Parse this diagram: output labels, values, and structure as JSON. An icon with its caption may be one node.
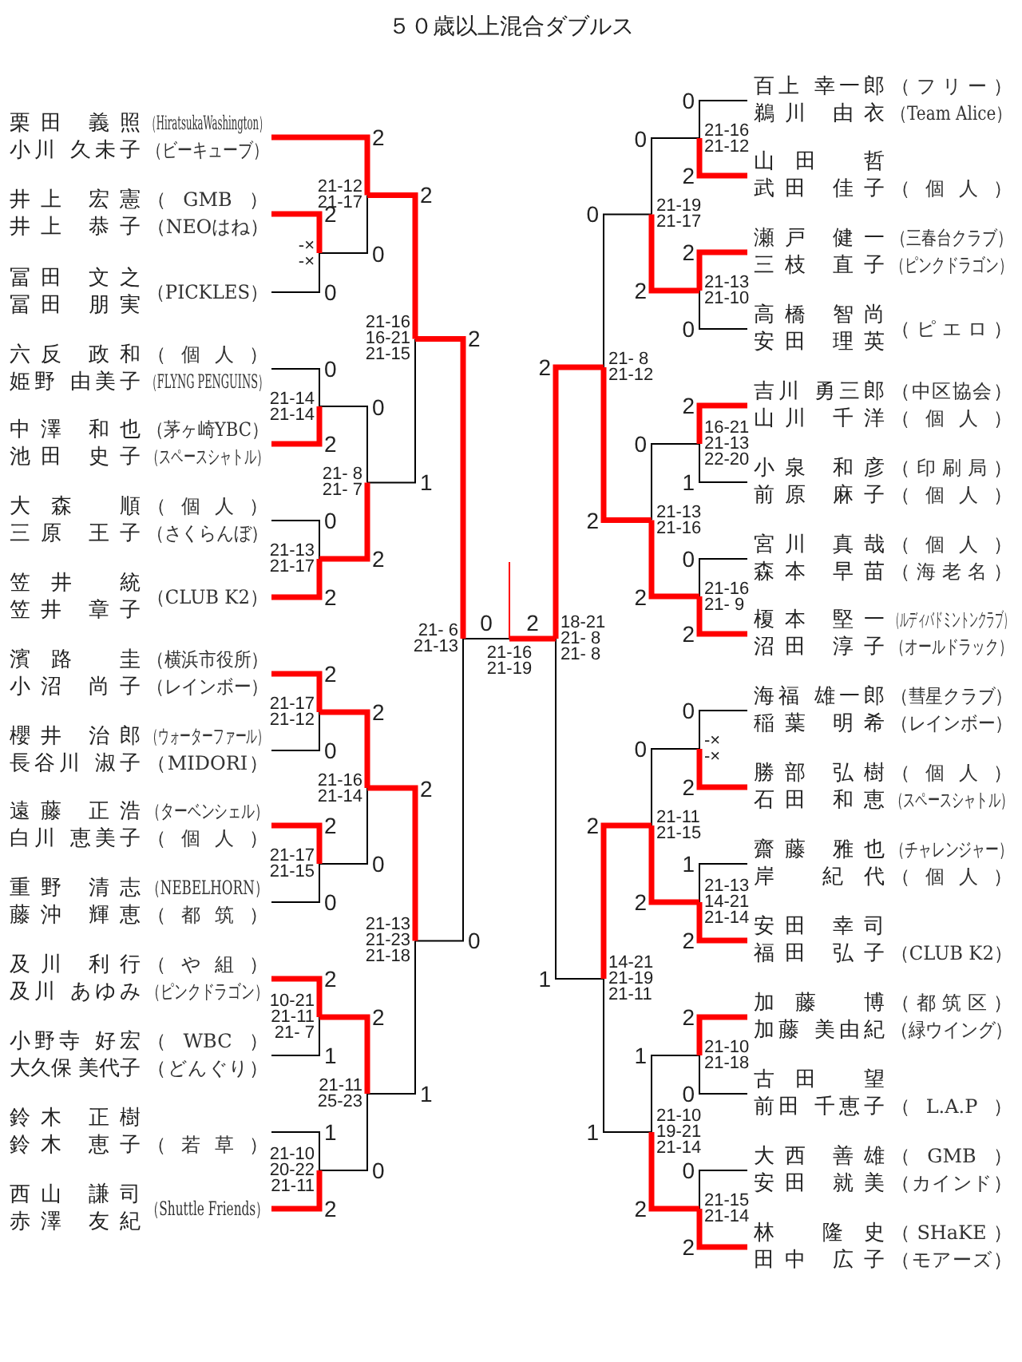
{
  "diagram": {
    "title": "５０歳以上混合ダブルス",
    "nodes": [
      {
        "text": [
          "栗田 義照",
          "小川 久未子"
        ],
        "beside": [
          "（HiratsukaWashington）",
          "（ビーキューブ）"
        ]
      },
      {
        "text": [
          "井上 宏憲",
          "井上 恭子"
        ],
        "beside": [
          "（GMB）",
          "（NEOはね）"
        ]
      },
      {
        "text": [
          "冨田 文之",
          "冨田 朋実"
        ],
        "beside": [
          "（PICKLES）"
        ]
      },
      {
        "text": [
          "六反 政和",
          "姫野 由美子"
        ],
        "beside": [
          "（個人）",
          "（FLYNG PENGUINS）"
        ]
      },
      {
        "text": [
          "中澤 和也",
          "池田 史子"
        ],
        "beside": [
          "（茅ヶ崎YBC）",
          "（スペースシャトル）"
        ]
      },
      {
        "text": [
          "大森 順",
          "三原 王子"
        ],
        "beside": [
          "（個人）",
          "（さくらんぼ）"
        ]
      },
      {
        "text": [
          "笠井 統",
          "笠井 章子"
        ],
        "beside": [
          "（CLUB K2）"
        ]
      },
      {
        "text": [
          "濱路 圭",
          "小沼 尚子"
        ],
        "beside": [
          "（横浜市役所）",
          "（レインボー）"
        ]
      },
      {
        "text": [
          "櫻井 治郎",
          "長谷川 淑子"
        ],
        "beside": [
          "（ウォーターファール）",
          "（MIDORI）"
        ]
      },
      {
        "text": [
          "遠藤 正浩",
          "白川 恵美子"
        ],
        "beside": [
          "（ターベンシェル）",
          "（個人）"
        ]
      },
      {
        "text": [
          "重野 清志",
          "藤沖 輝恵"
        ],
        "beside": [
          "（NEBELHORN）",
          "（都筑）"
        ]
      },
      {
        "text": [
          "及川 利行",
          "及川 あゆみ"
        ],
        "beside": [
          "（や組）",
          "（ピンクドラゴン）"
        ]
      },
      {
        "text": [
          "小野寺 好宏",
          "大久保 美代子"
        ],
        "beside": [
          "（WBC）",
          "（どんぐり）"
        ]
      },
      {
        "text": [
          "鈴木 正樹",
          "鈴木 恵子"
        ],
        "beside": [
          "（若草）"
        ]
      },
      {
        "text": [
          "西山 謙司",
          "赤澤 友紀"
        ],
        "beside": [
          "（Shuttle Friends）"
        ]
      },
      {
        "text": [
          "百上 幸一郎",
          "鵜川 由衣"
        ],
        "beside": [
          "（フリー）",
          "（Team Alice）"
        ]
      },
      {
        "text": [
          "山田 哲",
          "武田 佳子"
        ],
        "beside": [
          "（個人）"
        ]
      },
      {
        "text": [
          "瀬戸 健一",
          "三枝 直子"
        ],
        "beside": [
          "（三春台クラブ）",
          "（ピンクドラゴン）"
        ]
      },
      {
        "text": [
          "高橋 智尚",
          "安田 理英"
        ],
        "beside": [
          "（ピエロ）"
        ]
      },
      {
        "text": [
          "吉川 勇三郎",
          "山川 千洋"
        ],
        "beside": [
          "（中区協会）",
          "（個人）"
        ]
      },
      {
        "text": [
          "小泉 和彦",
          "前原 麻子"
        ],
        "beside": [
          "（印刷局）",
          "（個人）"
        ]
      },
      {
        "text": [
          "宮川 真哉",
          "森本 早苗"
        ],
        "beside": [
          "（個人）",
          "（海老名）"
        ]
      },
      {
        "text": [
          "榎本 堅一",
          "沼田 淳子"
        ],
        "beside": [
          "（ルディバドミントンクラブ）",
          "（オールドラック）"
        ]
      },
      {
        "text": [
          "海福 雄一郎",
          "稲葉 明希"
        ],
        "beside": [
          "（彗星クラブ）",
          "（レインボー）"
        ]
      },
      {
        "text": [
          "勝部 弘樹",
          "石田 和恵"
        ],
        "beside": [
          "（個人）",
          "（スペースシャトル）"
        ]
      },
      {
        "text": [
          "齋藤 雅也",
          "岸 紀代"
        ],
        "beside": [
          "（チャレンジャー）",
          "（個人）"
        ]
      },
      {
        "text": [
          "安田 幸司",
          "福田 弘子"
        ],
        "beside": [
          "（CLUB K2）"
        ]
      },
      {
        "text": [
          "加藤 博",
          "加藤 美由紀"
        ],
        "beside": [
          "（都筑区）",
          "（緑ウイング）"
        ]
      },
      {
        "text": [
          "古田 望",
          "前田 千恵子"
        ],
        "beside": [
          "（L.A.P）"
        ]
      },
      {
        "text": [
          "大西 善雄",
          "安田 就美"
        ],
        "beside": [
          "（GMB）",
          "（カインド）"
        ]
      },
      {
        "text": [
          "林 隆史",
          "田中 広子"
        ],
        "beside": [
          "（SHaKE）",
          "（モアーズ）"
        ]
      },
      {
        "text": [
          "-×",
          "-×"
        ]
      },
      {
        "text": [
          "21-12",
          "21-17"
        ]
      },
      {
        "text": [
          "21-14",
          "21-14"
        ]
      },
      {
        "text": [
          "21-13",
          "21-17"
        ]
      },
      {
        "text": [
          "21- 8",
          "21- 7"
        ]
      },
      {
        "text": [
          "21-16",
          "16-21",
          "21-15"
        ]
      },
      {
        "text": [
          "21-17",
          "21-12"
        ]
      },
      {
        "text": [
          "21-17",
          "21-15"
        ]
      },
      {
        "text": [
          "21-16",
          "21-14"
        ]
      },
      {
        "text": [
          "10-21",
          "21-11",
          "21- 7"
        ]
      },
      {
        "text": [
          "21-10",
          "20-22",
          "21-11"
        ]
      },
      {
        "text": [
          "21-11",
          "25-23"
        ]
      },
      {
        "text": [
          "21-13",
          "21-23",
          "21-18"
        ]
      },
      {
        "text": [
          "21- 6",
          "21-13"
        ]
      },
      {
        "text": [
          "21-16",
          "21-12"
        ]
      },
      {
        "text": [
          "21-13",
          "21-10"
        ]
      },
      {
        "text": [
          "21-19",
          "21-17"
        ]
      },
      {
        "text": [
          "16-21",
          "21-13",
          "22-20"
        ]
      },
      {
        "text": [
          "21-16",
          "21- 9"
        ]
      },
      {
        "text": [
          "21-13",
          "21-16"
        ]
      },
      {
        "text": [
          "21- 8",
          "21-12"
        ]
      },
      {
        "text": [
          "-×",
          "-×"
        ]
      },
      {
        "text": [
          "21-13",
          "14-21",
          "21-14"
        ]
      },
      {
        "text": [
          "21-11",
          "21-15"
        ]
      },
      {
        "text": [
          "21-10",
          "21-18"
        ]
      },
      {
        "text": [
          "21-15",
          "21-14"
        ]
      },
      {
        "text": [
          "21-10",
          "19-21",
          "21-14"
        ]
      },
      {
        "text": [
          "14-21",
          "21-19",
          "21-11"
        ]
      },
      {
        "text": [
          "18-21",
          "21- 8",
          "21- 8"
        ]
      },
      {
        "text": [
          "21-16",
          "21-19"
        ]
      }
    ],
    "edges": [
      {
        "from": 1,
        "to": 31,
        "arrow": "none",
        "label": "2",
        "style": "thick"
      },
      {
        "from": 2,
        "to": 31,
        "arrow": "none",
        "label": "0",
        "color": "#000000"
      },
      {
        "from": 0,
        "to": 32,
        "arrow": "none",
        "label": "2",
        "style": "thick"
      },
      {
        "from": 31,
        "to": 32,
        "arrow": "none",
        "label": "0",
        "color": "#000000"
      },
      {
        "from": 3,
        "to": 33,
        "arrow": "none",
        "label": "0",
        "color": "#000000"
      },
      {
        "from": 4,
        "to": 33,
        "arrow": "none",
        "label": "2",
        "style": "thick"
      },
      {
        "from": 5,
        "to": 34,
        "arrow": "none",
        "label": "0",
        "color": "#000000"
      },
      {
        "from": 6,
        "to": 34,
        "arrow": "none",
        "label": "2",
        "style": "thick"
      },
      {
        "from": 33,
        "to": 35,
        "arrow": "none",
        "label": "0",
        "color": "#000000"
      },
      {
        "from": 34,
        "to": 35,
        "arrow": "none",
        "label": "2",
        "style": "thick"
      },
      {
        "from": 32,
        "to": 36,
        "arrow": "none",
        "label": "2",
        "style": "thick"
      },
      {
        "from": 35,
        "to": 36,
        "arrow": "none",
        "label": "1",
        "color": "#000000"
      },
      {
        "from": 7,
        "to": 37,
        "arrow": "none",
        "label": "2",
        "style": "thick"
      },
      {
        "from": 8,
        "to": 37,
        "arrow": "none",
        "label": "0",
        "color": "#000000"
      },
      {
        "from": 9,
        "to": 38,
        "arrow": "none",
        "label": "2",
        "style": "thick"
      },
      {
        "from": 10,
        "to": 38,
        "arrow": "none",
        "label": "0",
        "color": "#000000"
      },
      {
        "from": 37,
        "to": 39,
        "arrow": "none",
        "label": "2",
        "style": "thick"
      },
      {
        "from": 38,
        "to": 39,
        "arrow": "none",
        "label": "0",
        "color": "#000000"
      },
      {
        "from": 11,
        "to": 40,
        "arrow": "none",
        "label": "2",
        "style": "thick"
      },
      {
        "from": 12,
        "to": 40,
        "arrow": "none",
        "label": "1",
        "color": "#000000"
      },
      {
        "from": 13,
        "to": 41,
        "arrow": "none",
        "label": "1",
        "color": "#000000"
      },
      {
        "from": 14,
        "to": 41,
        "arrow": "none",
        "label": "2",
        "style": "thick"
      },
      {
        "from": 40,
        "to": 42,
        "arrow": "none",
        "label": "2",
        "style": "thick"
      },
      {
        "from": 41,
        "to": 42,
        "arrow": "none",
        "label": "0",
        "color": "#000000"
      },
      {
        "from": 39,
        "to": 43,
        "arrow": "none",
        "label": "2",
        "style": "thick"
      },
      {
        "from": 42,
        "to": 43,
        "arrow": "none",
        "label": "1",
        "color": "#000000"
      },
      {
        "from": 36,
        "to": 44,
        "arrow": "none",
        "label": "2",
        "style": "thick"
      },
      {
        "from": 43,
        "to": 44,
        "arrow": "none",
        "label": "0",
        "color": "#000000"
      },
      {
        "from": 15,
        "to": 45,
        "arrow": "none",
        "label": "0",
        "color": "#000000"
      },
      {
        "from": 16,
        "to": 45,
        "arrow": "none",
        "label": "2",
        "style": "thick"
      },
      {
        "from": 17,
        "to": 46,
        "arrow": "none",
        "label": "2",
        "style": "thick"
      },
      {
        "from": 18,
        "to": 46,
        "arrow": "none",
        "label": "0",
        "color": "#000000"
      },
      {
        "from": 45,
        "to": 47,
        "arrow": "none",
        "label": "0",
        "color": "#000000"
      },
      {
        "from": 46,
        "to": 47,
        "arrow": "none",
        "label": "2",
        "style": "thick"
      },
      {
        "from": 19,
        "to": 48,
        "arrow": "none",
        "label": "2",
        "style": "thick"
      },
      {
        "from": 20,
        "to": 48,
        "arrow": "none",
        "label": "1",
        "color": "#000000"
      },
      {
        "from": 21,
        "to": 49,
        "arrow": "none",
        "label": "0",
        "color": "#000000"
      },
      {
        "from": 22,
        "to": 49,
        "arrow": "none",
        "label": "2",
        "style": "thick"
      },
      {
        "from": 48,
        "to": 50,
        "arrow": "none",
        "label": "0",
        "color": "#000000"
      },
      {
        "from": 49,
        "to": 50,
        "arrow": "none",
        "label": "2",
        "style": "thick"
      },
      {
        "from": 47,
        "to": 51,
        "arrow": "none",
        "label": "0",
        "color": "#000000"
      },
      {
        "from": 50,
        "to": 51,
        "arrow": "none",
        "label": "2",
        "style": "thick"
      },
      {
        "from": 23,
        "to": 52,
        "arrow": "none",
        "label": "0",
        "color": "#000000"
      },
      {
        "from": 24,
        "to": 52,
        "arrow": "none",
        "label": "2",
        "style": "thick"
      },
      {
        "from": 25,
        "to": 53,
        "arrow": "none",
        "label": "1",
        "color": "#000000"
      },
      {
        "from": 26,
        "to": 53,
        "arrow": "none",
        "label": "2",
        "style": "thick"
      },
      {
        "from": 52,
        "to": 54,
        "arrow": "none",
        "label": "0",
        "color": "#000000"
      },
      {
        "from": 53,
        "to": 54,
        "arrow": "none",
        "label": "2",
        "style": "thick"
      },
      {
        "from": 27,
        "to": 55,
        "arrow": "none",
        "label": "2",
        "style": "thick"
      },
      {
        "from": 28,
        "to": 55,
        "arrow": "none",
        "label": "0",
        "color": "#000000"
      },
      {
        "from": 29,
        "to": 56,
        "arrow": "none",
        "label": "0",
        "color": "#000000"
      },
      {
        "from": 30,
        "to": 56,
        "arrow": "none",
        "label": "2",
        "style": "thick"
      },
      {
        "from": 55,
        "to": 57,
        "arrow": "none",
        "label": "1",
        "color": "#000000"
      },
      {
        "from": 56,
        "to": 57,
        "arrow": "none",
        "label": "2",
        "style": "thick"
      },
      {
        "from": 54,
        "to": 58,
        "arrow": "none",
        "label": "2",
        "style": "thick"
      },
      {
        "from": 57,
        "to": 58,
        "arrow": "none",
        "label": "1",
        "color": "#000000"
      },
      {
        "from": 51,
        "to": 59,
        "arrow": "none",
        "label": "2",
        "style": "thick"
      },
      {
        "from": 58,
        "to": 59,
        "arrow": "none",
        "label": "1",
        "color": "#000000"
      },
      {
        "from": 44,
        "to": 60,
        "arrow": "none",
        "label": "0",
        "color": "#000000"
      },
      {
        "from": 59,
        "to": 60,
        "arrow": "none",
        "label": "2",
        "style": "thick"
      },
      {
        "from": 60,
        "to": null,
        "arrow": "none"
      }
    ]
  }
}
